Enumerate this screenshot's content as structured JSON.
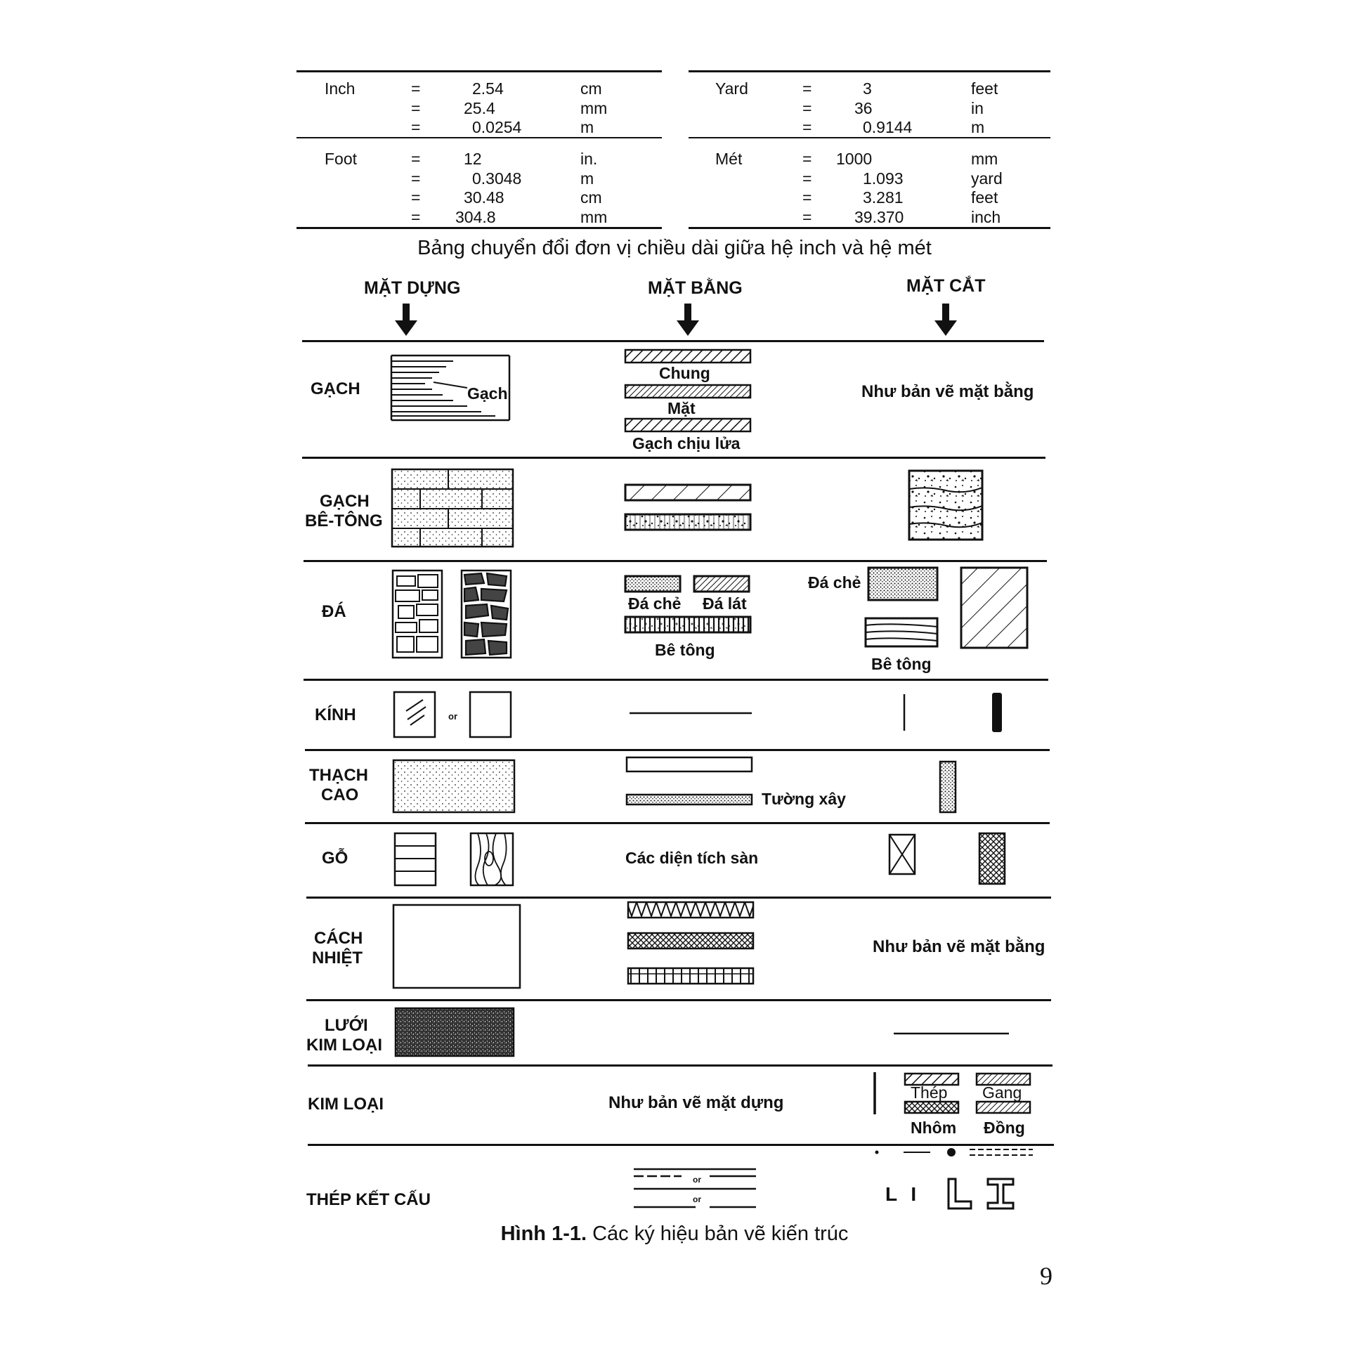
{
  "conversion_table": {
    "left": [
      {
        "unit": "Inch",
        "rows": [
          [
            "=",
            "2.54",
            "cm"
          ],
          [
            "=",
            "25.4",
            "mm"
          ],
          [
            "=",
            "0.0254",
            "m"
          ]
        ]
      },
      {
        "unit": "Foot",
        "rows": [
          [
            "=",
            "12",
            "in."
          ],
          [
            "=",
            "0.3048",
            "m"
          ],
          [
            "=",
            "30.48",
            "cm"
          ],
          [
            "=",
            "304.8",
            "mm"
          ]
        ]
      }
    ],
    "right": [
      {
        "unit": "Yard",
        "rows": [
          [
            "=",
            "3",
            "feet"
          ],
          [
            "=",
            "36",
            "in"
          ],
          [
            "=",
            "0.9144",
            "m"
          ]
        ]
      },
      {
        "unit": "Mét",
        "rows": [
          [
            "=",
            "1000",
            "mm"
          ],
          [
            "=",
            "1.093",
            "yard"
          ],
          [
            "=",
            "3.281",
            "feet"
          ],
          [
            "=",
            "39.370",
            "inch"
          ]
        ]
      }
    ],
    "caption": "Bảng chuyển đổi đơn vị chiều dài giữa hệ inch và hệ mét"
  },
  "columns": {
    "elevation": "MẶT DỰNG",
    "plan": "MẶT BẰNG",
    "section": "MẶT CẮT"
  },
  "rows": {
    "gach": {
      "label": "GẠCH",
      "elevation_label": "Gạch",
      "plan_labels": [
        "Chung",
        "Mặt",
        "Gạch chịu lửa"
      ],
      "section_note": "Như bản vẽ mặt bằng"
    },
    "gach_be_tong": {
      "label_line1": "GẠCH",
      "label_line2": "BÊ-TÔNG"
    },
    "da": {
      "label": "ĐÁ",
      "plan_labels": [
        "Đá chẻ",
        "Đá lát",
        "Bê tông"
      ],
      "section_labels": [
        "Đá chẻ",
        "Bê tông"
      ]
    },
    "kinh": {
      "label": "KÍNH",
      "or_text": "or"
    },
    "thach_cao": {
      "label_line1": "THẠCH",
      "label_line2": "CAO",
      "plan_label": "Tường xây"
    },
    "go": {
      "label": "GỖ",
      "plan_label": "Các diện tích sàn"
    },
    "cach_nhiet": {
      "label_line1": "CÁCH",
      "label_line2": "NHIỆT",
      "section_note": "Như bản vẽ mặt bằng"
    },
    "luoi_kim_loai": {
      "label_line1": "LƯỚI",
      "label_line2": "KIM LOẠI"
    },
    "kim_loai": {
      "label": "KIM LOẠI",
      "elevation_note": "Như bản vẽ mặt dựng",
      "section_labels": [
        "Thép",
        "Gang",
        "Nhôm",
        "Đồng"
      ]
    },
    "thep_ket_cau": {
      "label": "THÉP KẾT CẤU",
      "or_text": "or",
      "section_text": "L I"
    }
  },
  "figure_caption": {
    "number": "Hình 1-1.",
    "text": "Các ký hiệu bản vẽ kiến trúc"
  },
  "page_number": "9"
}
